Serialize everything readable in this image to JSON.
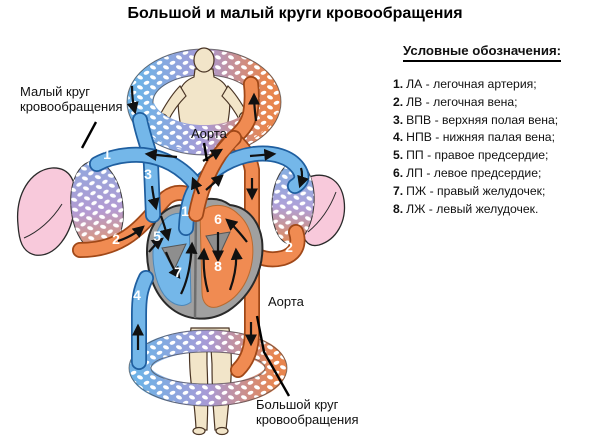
{
  "title": "Большой и малый круги кровообращения",
  "legend": {
    "title": "Условные обозначения:",
    "items": [
      {
        "num": "1.",
        "text": "ЛА - легочная артерия;"
      },
      {
        "num": "2.",
        "text": "ЛВ - легочная вена;"
      },
      {
        "num": "3.",
        "text": "ВПВ - верхняя полая вена;"
      },
      {
        "num": "4.",
        "text": "НПВ - нижняя палая вена;"
      },
      {
        "num": "5.",
        "text": "ПП - правое предсердие;"
      },
      {
        "num": "6.",
        "text": "ЛП - левое предсердие;"
      },
      {
        "num": "7.",
        "text": "ПЖ - правый желудочек;"
      },
      {
        "num": "8.",
        "text": "ЛЖ - левый желудочек."
      }
    ]
  },
  "labels": {
    "small_circle_1": "Малый круг",
    "small_circle_2": "кровообращения",
    "aorta": "Аорта",
    "big_circle_1": "Большой круг",
    "big_circle_2": "кровообращения"
  },
  "diagram": {
    "numbers": [
      "1",
      "2",
      "3",
      "4",
      "5",
      "6",
      "7",
      "8"
    ],
    "colors": {
      "artery": "#F08B52",
      "artery_edge": "#A04818",
      "vein": "#74B7E9",
      "vein_edge": "#1F5FA0",
      "lung": "#F8C9DB",
      "capillary_violet": "#A89AD6",
      "heart_gray": "#A0A0A0",
      "skin": "#F2E5C9",
      "arrow": "#111111"
    }
  }
}
